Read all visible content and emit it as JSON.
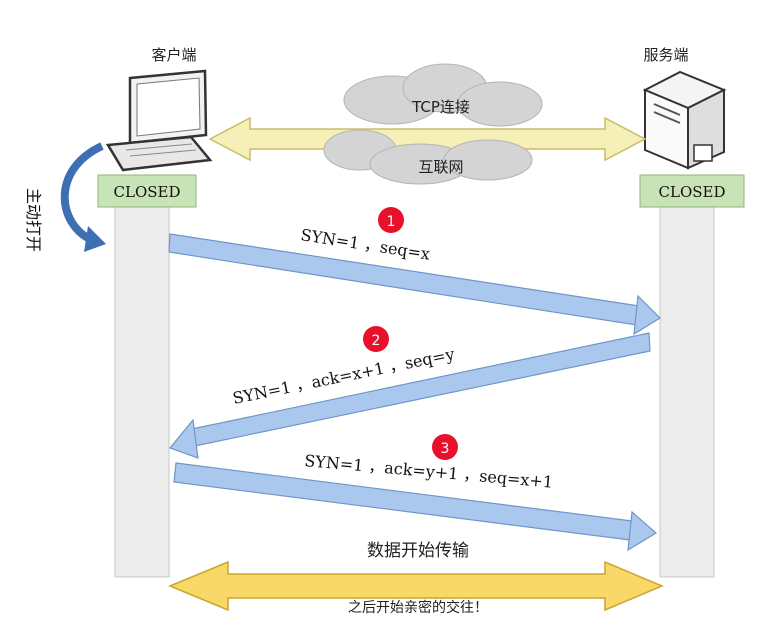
{
  "client": {
    "label": "客户端",
    "state": "CLOSED",
    "action": "主动打开"
  },
  "server": {
    "label": "服务端",
    "state": "CLOSED"
  },
  "connection": {
    "top_label": "TCP连接",
    "bottom_label": "互联网"
  },
  "steps": [
    {
      "badge": "1",
      "text": "SYN=1 ，seq=x"
    },
    {
      "badge": "2",
      "text": "SYN=1 ，ack=x+1 ，seq=y"
    },
    {
      "badge": "3",
      "text": "SYN=1 ，ack=y+1 ，seq=x+1"
    }
  ],
  "transfer": {
    "top_label": "数据开始传输",
    "bottom_label": "之后开始亲密的交往！"
  },
  "colors": {
    "lifeline": "#ececec",
    "state_box": "#c8e3b6",
    "state_box_border": "#8fb47a",
    "arrow_fill": "#aac8ee",
    "arrow_stroke": "#6f96c6",
    "badge": "#e8102a",
    "connection_arrow": "#f7efb8",
    "transfer_arrow": "#f9d867",
    "cloud": "#d4d4d4",
    "curve_arrow": "#3d6fb3"
  },
  "icons": {
    "client": "laptop-icon",
    "server": "server-icon",
    "network": "cloud-icon"
  }
}
